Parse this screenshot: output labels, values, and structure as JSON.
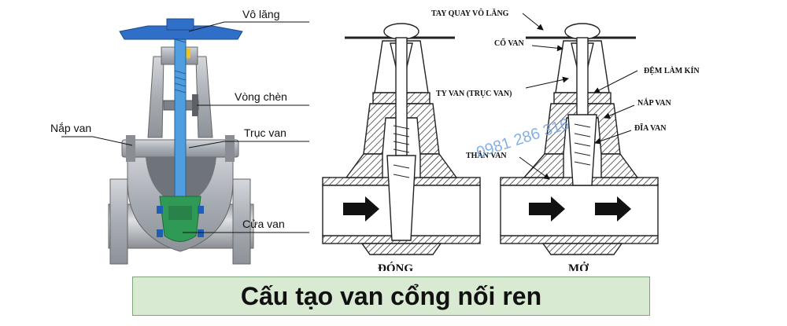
{
  "photo_labels": {
    "handwheel": "Vô lăng",
    "packing": "Vòng chèn",
    "bonnet": "Nắp van",
    "stem": "Trục van",
    "gate": "Cửa van"
  },
  "schematic_labels": {
    "handwheel": "TAY QUAY VÔ LĂNG",
    "neck": "CỔ VAN",
    "seal": "ĐỆM LÀM KÍN",
    "stem": "TY VAN (TRỤC VAN)",
    "bonnet": "NẮP VAN",
    "disc": "ĐĨA VAN",
    "body": "THÂN VAN"
  },
  "states": {
    "closed": "ĐÓNG",
    "open": "MỞ"
  },
  "watermark": "0981 286 316",
  "title": "Cấu tạo van cổng nối ren",
  "colors": {
    "wheel": "#2f6fc7",
    "stem": "#4f9fe0",
    "gate": "#2f9a55",
    "body": "#b9bcc2",
    "banner": "#d9ead3"
  }
}
